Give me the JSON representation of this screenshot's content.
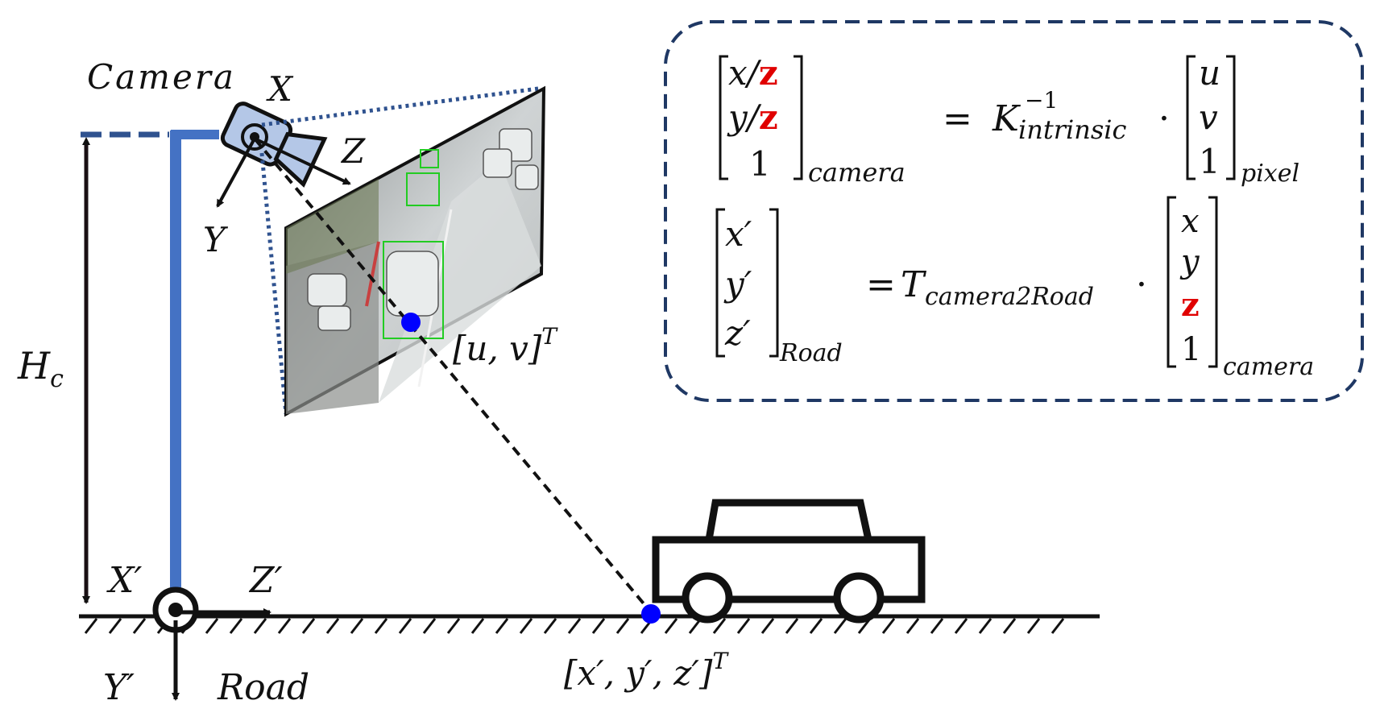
{
  "labels": {
    "camera": "Camera",
    "road": "Road",
    "x": "X",
    "y": "Y",
    "z": "Z",
    "x_prime": "X′",
    "y_prime": "Y′",
    "z_prime": "Z′",
    "h": "H",
    "h_sub": "c",
    "uv_point": "[u, v]",
    "uv_sup": "T",
    "road_point": "[x′, y′, z′]",
    "road_sup": "T"
  },
  "equation1": {
    "lhs": [
      "x/",
      "y/",
      "1"
    ],
    "lhs_red": "z",
    "lhs_sub": "camera",
    "equals": "=",
    "k": "K",
    "k_sup": "−1",
    "k_sub": "intrinsic",
    "dot": "·",
    "rhs": [
      "u",
      "v",
      "1"
    ],
    "rhs_sub": "pixel"
  },
  "equation2": {
    "lhs": [
      "x′",
      "y′",
      "z′"
    ],
    "lhs_sub": "Road",
    "equals": "=",
    "t": "T",
    "t_sub": "camera2Road",
    "dot": "·",
    "rhs": [
      "x",
      "y",
      "z",
      "1"
    ],
    "rhs_sub": "camera"
  },
  "colors": {
    "pole": "#4472c4",
    "dashed_box": "#1f3864",
    "point": "#0000ff",
    "red": "#e00000",
    "camera_fill": "#b4c7e7",
    "bbox": "#22cc22"
  }
}
